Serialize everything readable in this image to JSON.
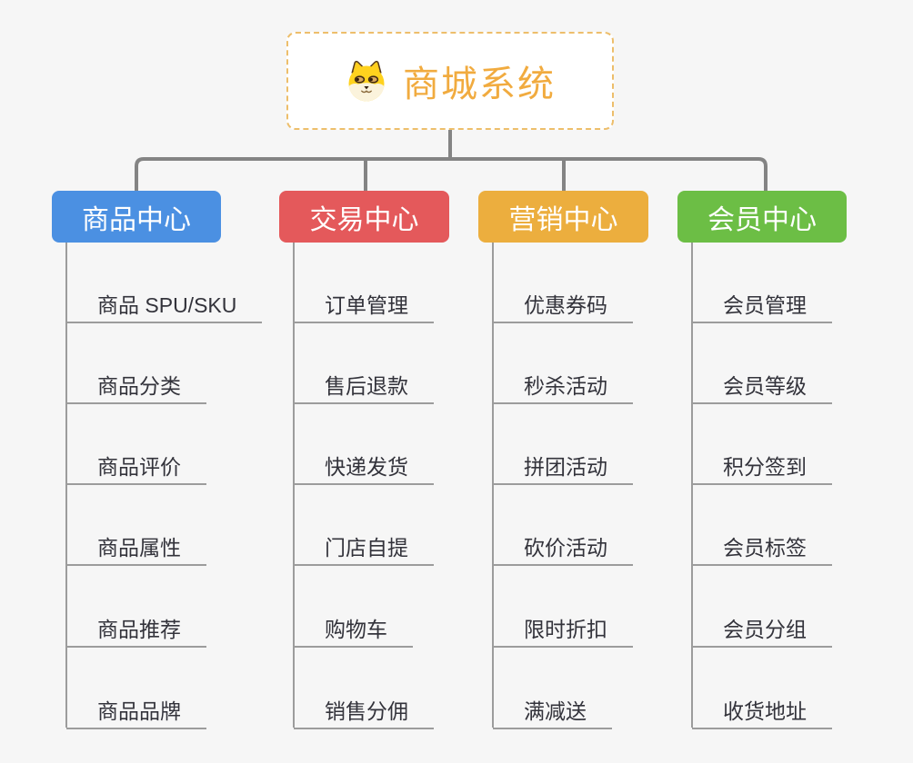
{
  "root": {
    "label": "商城系统",
    "icon": "shiba-dog-icon"
  },
  "colors": {
    "background": "#f6f6f6",
    "root_accent": "#f1ab3f",
    "root_border": "#edbe6b",
    "connector": "#848484",
    "leaf_line": "#9c9c9c",
    "leaf_text": "#33333b",
    "branch_blue": "#4b90e2",
    "branch_red": "#e4595b",
    "branch_orange": "#ecae3e",
    "branch_green": "#6cbe45"
  },
  "branches": [
    {
      "label": "商品中心",
      "color": "#4b90e2",
      "items": [
        "商品 SPU/SKU",
        "商品分类",
        "商品评价",
        "商品属性",
        "商品推荐",
        "商品品牌"
      ]
    },
    {
      "label": "交易中心",
      "color": "#e4595b",
      "items": [
        "订单管理",
        "售后退款",
        "快递发货",
        "门店自提",
        "购物车",
        "销售分佣"
      ]
    },
    {
      "label": "营销中心",
      "color": "#ecae3e",
      "items": [
        "优惠券码",
        "秒杀活动",
        "拼团活动",
        "砍价活动",
        "限时折扣",
        "满减送"
      ]
    },
    {
      "label": "会员中心",
      "color": "#6cbe45",
      "items": [
        "会员管理",
        "会员等级",
        "积分签到",
        "会员标签",
        "会员分组",
        "收货地址"
      ]
    }
  ]
}
